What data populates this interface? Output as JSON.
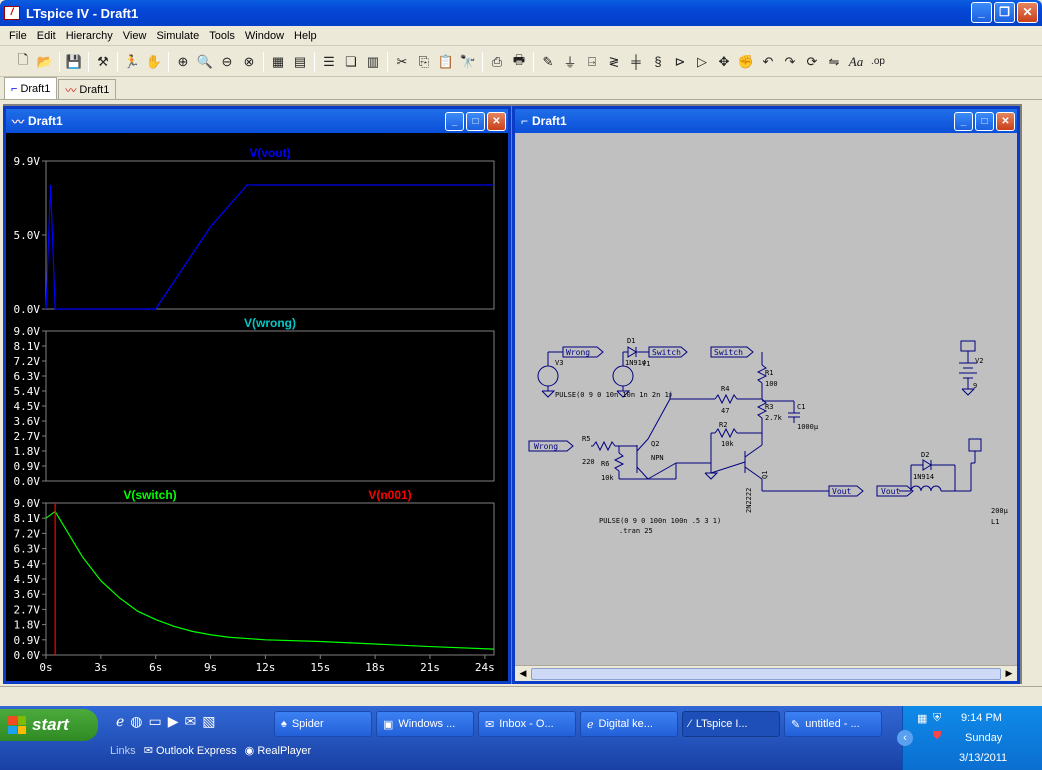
{
  "window": {
    "title": "LTspice IV - Draft1"
  },
  "menu": [
    "File",
    "Edit",
    "Hierarchy",
    "View",
    "Simulate",
    "Tools",
    "Window",
    "Help"
  ],
  "tabs": [
    {
      "label": "Draft1",
      "icon": "schematic-icon"
    },
    {
      "label": "Draft1",
      "icon": "waveform-icon"
    }
  ],
  "plot_window": {
    "title": "Draft1"
  },
  "schematic_window": {
    "title": "Draft1"
  },
  "chart_data": [
    {
      "type": "line",
      "title": "V(vout)",
      "series": [
        {
          "name": "V(vout)",
          "color": "#0000ff",
          "x": [
            0,
            0.25,
            0.5,
            3,
            6,
            9,
            11,
            13,
            24.5
          ],
          "values": [
            0,
            8.3,
            0,
            0,
            0,
            5.5,
            8.3,
            8.3,
            8.3
          ]
        }
      ],
      "yticks": [
        "9.9V",
        "5.0V",
        "0.0V"
      ],
      "ylim": [
        0,
        9.9
      ]
    },
    {
      "type": "line",
      "title": "V(wrong)",
      "series": [
        {
          "name": "V(wrong)",
          "color": "#00c8c8",
          "x": [],
          "values": []
        }
      ],
      "yticks": [
        "9.0V",
        "8.1V",
        "7.2V",
        "6.3V",
        "5.4V",
        "4.5V",
        "3.6V",
        "2.7V",
        "1.8V",
        "0.9V",
        "0.0V"
      ],
      "ylim": [
        0,
        9
      ]
    },
    {
      "type": "line",
      "title": "V(switch) V(n001)",
      "series": [
        {
          "name": "V(switch)",
          "color": "#00ff00",
          "x": [
            0,
            0.5,
            1,
            2,
            3,
            4,
            5,
            6,
            7,
            8,
            9,
            10,
            12,
            15,
            18,
            21,
            24.5
          ],
          "values": [
            8.1,
            8.5,
            7.6,
            5.8,
            4.4,
            3.4,
            2.6,
            2.1,
            1.7,
            1.4,
            1.2,
            1.05,
            0.9,
            0.8,
            0.65,
            0.5,
            0.35
          ]
        },
        {
          "name": "V(n001)",
          "color": "#ff0000",
          "x": [
            0.5,
            0.5
          ],
          "values": [
            0,
            9
          ]
        }
      ],
      "yticks": [
        "9.0V",
        "8.1V",
        "7.2V",
        "6.3V",
        "5.4V",
        "4.5V",
        "3.6V",
        "2.7V",
        "1.8V",
        "0.9V",
        "0.0V"
      ],
      "xticks": [
        "0s",
        "3s",
        "6s",
        "9s",
        "12s",
        "15s",
        "18s",
        "21s",
        "24s"
      ],
      "ylim": [
        0,
        9
      ],
      "xlim": [
        0,
        24.5
      ]
    }
  ],
  "schematic": {
    "labels": {
      "wrong1": "Wrong",
      "d1": "D1",
      "switch1": "Switch",
      "v3": "V3",
      "d1part": "1N914",
      "v1": "V1",
      "pulse1": "PULSE(0 9 0 10n 10n 1n 2n 1)",
      "switch2": "Switch",
      "r1": "R1",
      "r1v": "100",
      "r4": "R4",
      "r4v": "47",
      "r3": "R3",
      "r3v": "2.7k",
      "c1": "C1",
      "c1v": "1000µ",
      "wrong2": "Wrong",
      "r5": "R5",
      "r5v": "220",
      "q2": "Q2",
      "q2t": "NPN",
      "r6": "R6",
      "r6v": "10k",
      "r2": "R2",
      "r2v": "10k",
      "q1t": "2N2222",
      "q1": "Q1",
      "vout1": "Vout",
      "pulse2": "PULSE(0 9 0 100n 100n .5 3 1)",
      "tran": ".tran 25",
      "v2": "V2",
      "v2val": "9",
      "d2": "D2",
      "d2part": "1N914",
      "vout2": "Vout",
      "l1v": "200µ",
      "l1": "L1"
    }
  },
  "taskbar": {
    "start": "start",
    "tasks": [
      "Spider",
      "Windows ...",
      "Inbox - O...",
      "Digital ke...",
      "LTspice I...",
      "untitled - ..."
    ],
    "quicklaunch_label": "Links",
    "ql_items": [
      "Outlook Express",
      "RealPlayer"
    ],
    "time": "9:14 PM",
    "day": "Sunday",
    "date": "3/13/2011"
  }
}
